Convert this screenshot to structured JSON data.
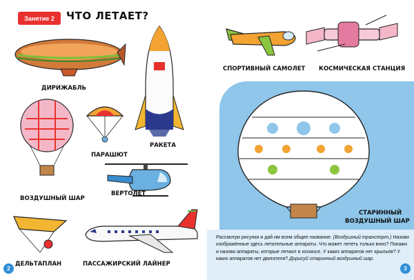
{
  "left_page": {
    "lesson_tag": "Занятие 2",
    "title": "ЧТО ЛЕТАЕТ?",
    "page_number": "2"
  },
  "right_page": {
    "page_number": "3"
  },
  "items": {
    "airship": "ДИРИЖАБЛЬ",
    "rocket": "РАКЕТА",
    "balloon": "ВОЗДУШНЫЙ ШАР",
    "parachute": "ПАРАШЮТ",
    "helicopter": "ВЕРТОЛЕТ",
    "hang_glider": "ДЕЛЬТАПЛАН",
    "airliner": "ПАССАЖИРСКИЙ ЛАЙНЕР",
    "sport_plane": "СПОРТИВНЫЙ САМОЛЕТ",
    "space_station": "КОСМИЧЕСКАЯ СТАНЦИЯ",
    "vintage_balloon_line1": "СТАРИННЫЙ",
    "vintage_balloon_line2": "ВОЗДУШНЫЙ ШАР"
  },
  "instructions": {
    "text": "Рассмотри рисунки и дай им всем общее название.",
    "answer": "(Воздушный транспорт.)",
    "text2": "Назови изображённые здесь летательные аппараты. Что может лететь только вниз? Покажи и назови аппараты, которые летают в космосе. У каких аппаратов нет крыльев? У каких аппаратов нет двигателя?",
    "task": "Дорисуй старинный воздушный шар."
  }
}
